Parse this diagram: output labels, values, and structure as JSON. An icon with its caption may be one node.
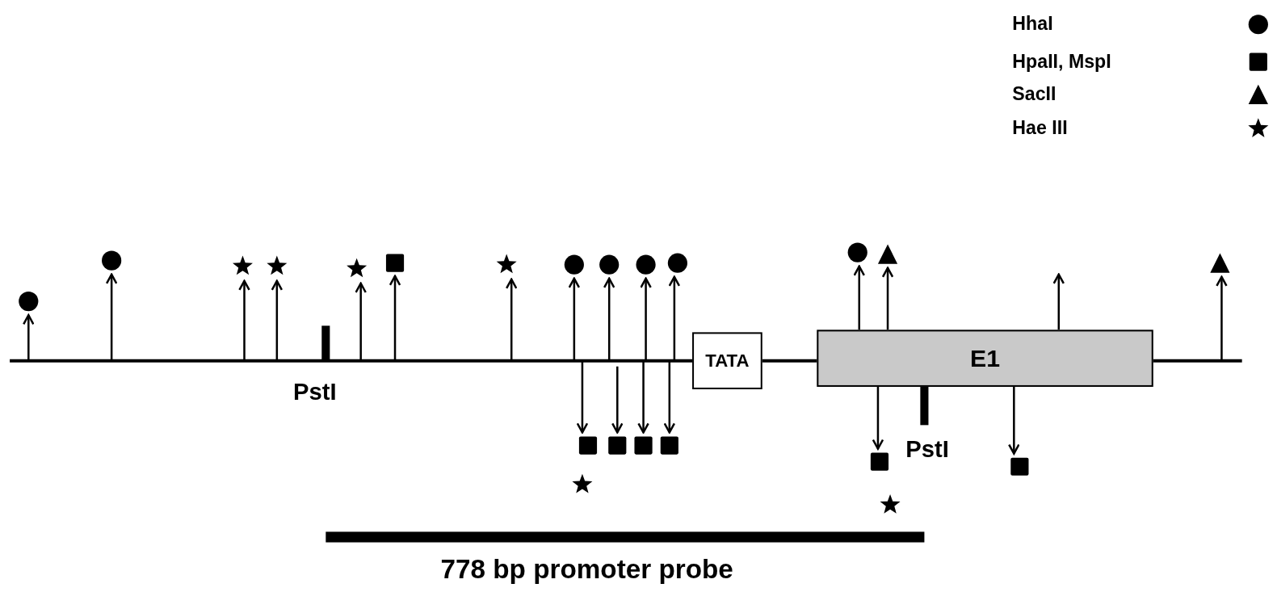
{
  "diagram": {
    "nodes": [
      {
        "text": [],
        "shape": "circle"
      },
      {
        "text": [],
        "shape": "circle"
      },
      {
        "text": [],
        "shape": "star"
      },
      {
        "text": [],
        "shape": "star"
      },
      {
        "text": [],
        "shape": "star"
      },
      {
        "text": [],
        "shape": "box"
      },
      {
        "text": [],
        "shape": "star"
      },
      {
        "text": [],
        "shape": "circle"
      },
      {
        "text": [],
        "shape": "circle"
      },
      {
        "text": [],
        "shape": "circle"
      },
      {
        "text": [],
        "shape": "circle"
      },
      {
        "text": [],
        "shape": "circle"
      },
      {
        "text": [],
        "shape": "triangle"
      },
      {
        "text": [],
        "shape": "triangle"
      },
      {
        "text": [
          "TATA"
        ]
      },
      {
        "text": [
          "E1"
        ]
      },
      {
        "text": [],
        "shape": "box"
      },
      {
        "text": [],
        "shape": "box"
      },
      {
        "text": [],
        "shape": "box"
      },
      {
        "text": [],
        "shape": "box"
      },
      {
        "text": [],
        "shape": "star"
      },
      {
        "text": [],
        "shape": "box"
      },
      {
        "text": [],
        "shape": "star"
      },
      {
        "text": [],
        "shape": "box"
      },
      {
        "text": [],
        "shape": "bar",
        "beside": [
          "778 bp promoter probe"
        ]
      }
    ],
    "edges": [
      {
        "from": null,
        "to": 0,
        "arrow": "to"
      },
      {
        "from": null,
        "to": 1,
        "arrow": "to"
      },
      {
        "from": null,
        "to": 2,
        "arrow": "to"
      },
      {
        "from": null,
        "to": 3,
        "arrow": "to"
      },
      {
        "from": null,
        "to": 4,
        "arrow": "to"
      },
      {
        "from": null,
        "to": 5,
        "arrow": "to"
      },
      {
        "from": null,
        "to": 6,
        "arrow": "to"
      },
      {
        "from": null,
        "to": 7,
        "arrow": "to"
      },
      {
        "from": null,
        "to": 8,
        "arrow": "to"
      },
      {
        "from": null,
        "to": 9,
        "arrow": "to"
      },
      {
        "from": null,
        "to": 10,
        "arrow": "to"
      },
      {
        "from": 15,
        "to": 11,
        "arrow": "to"
      },
      {
        "from": 15,
        "to": 12,
        "arrow": "to"
      },
      {
        "from": null,
        "to": 13,
        "arrow": "to"
      },
      {
        "from": null,
        "to": 16,
        "arrow": "to"
      },
      {
        "from": null,
        "to": 17,
        "arrow": "to"
      },
      {
        "from": null,
        "to": 18,
        "arrow": "to"
      },
      {
        "from": null,
        "to": 19,
        "arrow": "to"
      },
      {
        "from": 15,
        "to": 21,
        "arrow": "to"
      },
      {
        "from": 15,
        "to": 23,
        "arrow": "to"
      },
      {
        "from": 15,
        "to": null,
        "arrow": "to"
      }
    ],
    "labels": [
      "PstI",
      "PstI"
    ],
    "legend": [
      {
        "text": "HhaI"
      },
      {
        "text": "HpaII, MspI"
      },
      {
        "text": "SacII"
      },
      {
        "text": "Hae III"
      }
    ]
  }
}
